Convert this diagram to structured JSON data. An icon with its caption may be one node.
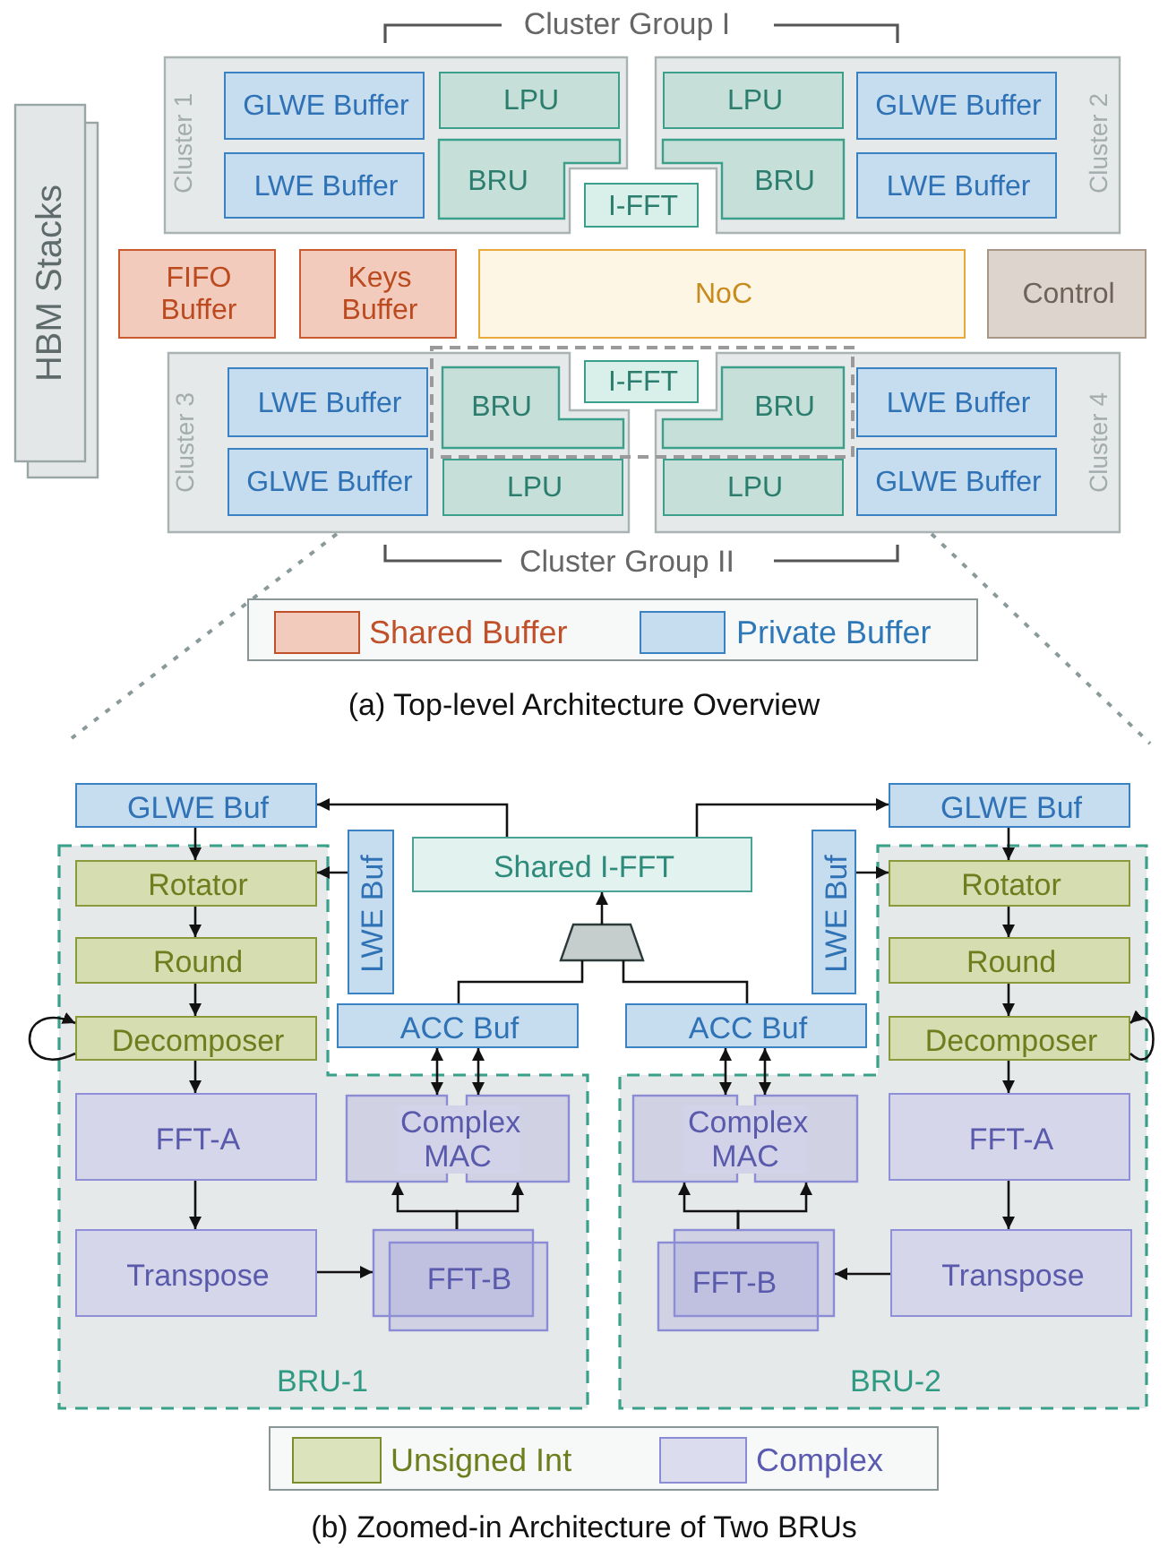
{
  "diagram": {
    "nodes": [
      {
        "text": [
          "HBM Stacks"
        ]
      },
      {
        "text": [
          "Cluster 1"
        ]
      },
      {
        "text": [
          "GLWE Buffer"
        ],
        "in": 1
      },
      {
        "text": [
          "LPU"
        ],
        "in": 1
      },
      {
        "text": [
          "LWE Buffer"
        ],
        "in": 1
      },
      {
        "text": [
          "BRU"
        ],
        "in": 1
      },
      {
        "text": [
          "Cluster 2"
        ]
      },
      {
        "text": [
          "LPU"
        ],
        "in": 6
      },
      {
        "text": [
          "GLWE Buffer"
        ],
        "in": 6
      },
      {
        "text": [
          "BRU"
        ],
        "in": 6
      },
      {
        "text": [
          "LWE Buffer"
        ],
        "in": 6
      },
      {
        "text": [
          "I-FFT"
        ]
      },
      {
        "text": [
          "FIFO Buffer"
        ]
      },
      {
        "text": [
          "Keys Buffer"
        ]
      },
      {
        "text": [
          "NoC"
        ]
      },
      {
        "text": [
          "Control"
        ]
      },
      {
        "text": [
          "Cluster 3"
        ]
      },
      {
        "text": [
          "LWE Buffer"
        ],
        "in": 16
      },
      {
        "text": [
          "BRU"
        ],
        "in": 16
      },
      {
        "text": [
          "GLWE Buffer"
        ],
        "in": 16
      },
      {
        "text": [
          "LPU"
        ],
        "in": 16
      },
      {
        "text": [
          "I-FFT"
        ]
      },
      {
        "text": [
          "Cluster 4"
        ]
      },
      {
        "text": [
          "BRU"
        ],
        "in": 22
      },
      {
        "text": [
          "LWE Buffer"
        ],
        "in": 22
      },
      {
        "text": [
          "LPU"
        ],
        "in": 22
      },
      {
        "text": [
          "GLWE Buffer"
        ],
        "in": 22
      },
      {
        "text": [
          "GLWE Buf"
        ]
      },
      {
        "text": [
          "Shared I-FFT"
        ]
      },
      {
        "text": [
          "GLWE Buf"
        ]
      },
      {
        "text": [
          "LWE Buf"
        ]
      },
      {
        "text": [
          "LWE Buf"
        ]
      },
      {
        "text": [],
        "shape": "trapezoid"
      },
      {
        "text": [
          "ACC Buf"
        ]
      },
      {
        "text": [
          "ACC Buf"
        ]
      },
      {
        "text": [
          "BRU-1"
        ]
      },
      {
        "text": [
          "Rotator"
        ],
        "in": 35
      },
      {
        "text": [
          "Round"
        ],
        "in": 35
      },
      {
        "text": [
          "Decomposer"
        ],
        "in": 35
      },
      {
        "text": [
          "FFT-A"
        ],
        "in": 35
      },
      {
        "text": [
          "Complex MAC"
        ],
        "in": 35
      },
      {
        "text": [
          "Transpose"
        ],
        "in": 35
      },
      {
        "text": [
          "FFT-B"
        ],
        "in": 35
      },
      {
        "text": [
          "BRU-2"
        ]
      },
      {
        "text": [
          "Rotator"
        ],
        "in": 43
      },
      {
        "text": [
          "Round"
        ],
        "in": 43
      },
      {
        "text": [
          "Decomposer"
        ],
        "in": 43
      },
      {
        "text": [
          "Complex MAC"
        ],
        "in": 43
      },
      {
        "text": [
          "FFT-A"
        ],
        "in": 43
      },
      {
        "text": [
          "FFT-B"
        ],
        "in": 43
      },
      {
        "text": [
          "Transpose"
        ],
        "in": 43
      }
    ],
    "edges": [
      {
        "from": 28,
        "to": 27,
        "arrow": "to"
      },
      {
        "from": 28,
        "to": 29,
        "arrow": "to"
      },
      {
        "from": 27,
        "to": 36,
        "arrow": "to"
      },
      {
        "from": 30,
        "to": 36,
        "arrow": "to"
      },
      {
        "from": 36,
        "to": 37,
        "arrow": "to"
      },
      {
        "from": 37,
        "to": 38,
        "arrow": "to"
      },
      {
        "from": 38,
        "to": 38,
        "arrow": "to"
      },
      {
        "from": 38,
        "to": 39,
        "arrow": "to"
      },
      {
        "from": 39,
        "to": 41,
        "arrow": "to"
      },
      {
        "from": 41,
        "to": 42,
        "arrow": "to"
      },
      {
        "from": 42,
        "to": 40,
        "arrow": "to"
      },
      {
        "from": 33,
        "to": 40,
        "arrow": "both"
      },
      {
        "from": 33,
        "to": 40,
        "arrow": "both"
      },
      {
        "from": 33,
        "to": 32,
        "arrow": "none"
      },
      {
        "from": 32,
        "to": 28,
        "arrow": "to"
      },
      {
        "from": 34,
        "to": 32,
        "arrow": "none"
      },
      {
        "from": 29,
        "to": 44,
        "arrow": "to"
      },
      {
        "from": 31,
        "to": 44,
        "arrow": "to"
      },
      {
        "from": 44,
        "to": 45,
        "arrow": "to"
      },
      {
        "from": 45,
        "to": 46,
        "arrow": "to"
      },
      {
        "from": 46,
        "to": 46,
        "arrow": "to"
      },
      {
        "from": 46,
        "to": 48,
        "arrow": "to"
      },
      {
        "from": 48,
        "to": 50,
        "arrow": "to"
      },
      {
        "from": 50,
        "to": 49,
        "arrow": "to"
      },
      {
        "from": 49,
        "to": 47,
        "arrow": "to"
      },
      {
        "from": 34,
        "to": 47,
        "arrow": "both"
      },
      {
        "from": 34,
        "to": 47,
        "arrow": "both"
      }
    ],
    "labels": [
      "Cluster Group I",
      "Cluster Group II",
      "(a) Top-level Architecture Overview",
      "(b) Zoomed-in Architecture of Two BRUs"
    ],
    "legend": [
      {
        "text": "Shared Buffer",
        "color": "#f3cbbd"
      },
      {
        "text": "Private Buffer",
        "color": "#c6dcef"
      },
      {
        "text": "Unsigned Int",
        "color": "#dbe3bd"
      },
      {
        "text": "Complex",
        "color": "#dcdcef"
      }
    ]
  }
}
